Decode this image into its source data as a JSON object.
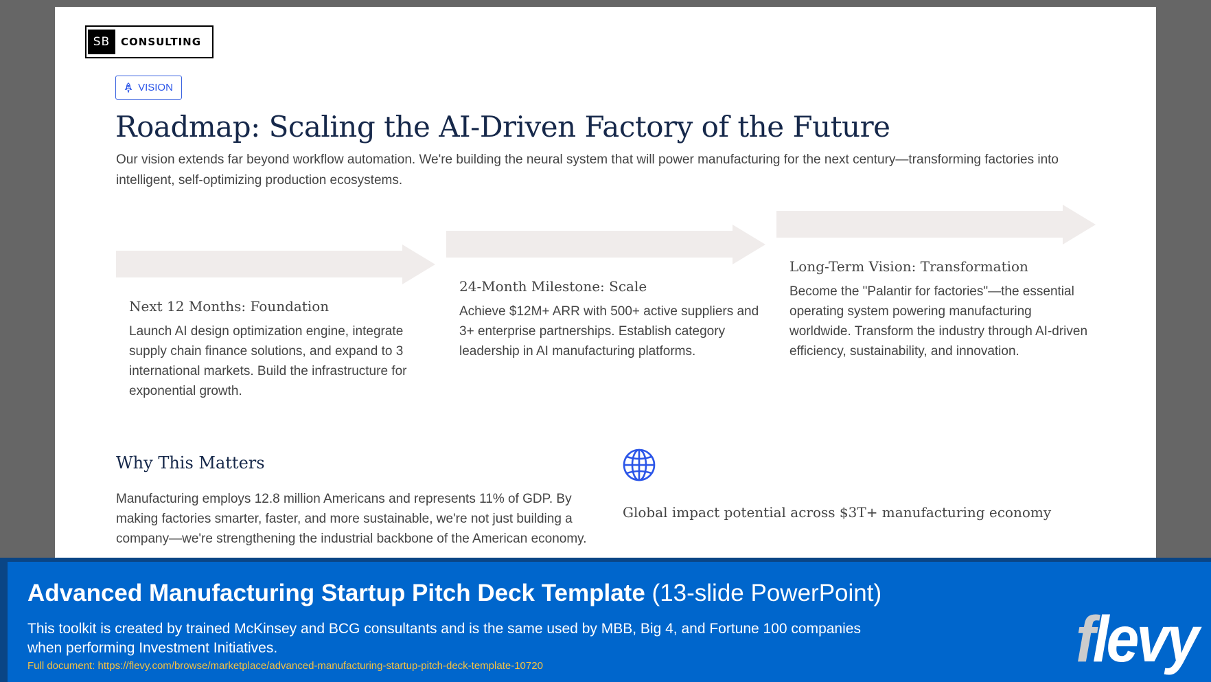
{
  "logo": {
    "initials": "SB",
    "name": "CONSULTING"
  },
  "badge": {
    "icon": "rocket-icon",
    "label": "VISION"
  },
  "page": {
    "title": "Roadmap: Scaling the AI-Driven Factory of the Future",
    "subtitle": "Our vision extends far beyond workflow automation. We're building the neural system that will power manufacturing for the next century—transforming factories into intelligent, self-optimizing production ecosystems."
  },
  "roadmap": {
    "arrow_color": "#f0eceb",
    "phases": [
      {
        "title": "Next 12 Months: Foundation",
        "body": "Launch AI design optimization engine, integrate supply chain finance solutions, and expand to 3 international markets. Build the infrastructure for exponential growth."
      },
      {
        "title": "24-Month Milestone: Scale",
        "body": "Achieve $12M+ ARR with 500+ active suppliers and 3+ enterprise partnerships. Establish category leadership in AI manufacturing platforms."
      },
      {
        "title": "Long-Term Vision: Transformation",
        "body": "Become the \"Palantir for factories\"—the essential operating system powering manufacturing worldwide. Transform the industry through AI-driven efficiency, sustainability, and innovation."
      }
    ]
  },
  "why": {
    "title": "Why This Matters",
    "body": "Manufacturing employs 12.8 million Americans and represents 11% of GDP. By making factories smarter, faster, and more sustainable, we're not just building a company—we're strengthening the industrial backbone of the American economy.",
    "impact_icon": "globe-icon",
    "impact_text": "Global impact potential across $3T+ manufacturing economy"
  },
  "banner": {
    "title_bold": "Advanced Manufacturing Startup Pitch Deck Template",
    "title_light": " (13-slide PowerPoint)",
    "description": "This toolkit is created by trained McKinsey and BCG consultants and is the same used by MBB, Big 4, and Fortune 100 companies when performing Investment Initiatives.",
    "link": "Full document: https://flevy.com/browse/marketplace/advanced-manufacturing-startup-pitch-deck-template-10720",
    "brand_f": "f",
    "brand_rest": "levy"
  },
  "colors": {
    "accent": "#2b55e8",
    "title": "#16284a",
    "banner_blue": "#0066cc",
    "banner_navy": "#0a4585",
    "link_yellow": "#f5c242"
  }
}
